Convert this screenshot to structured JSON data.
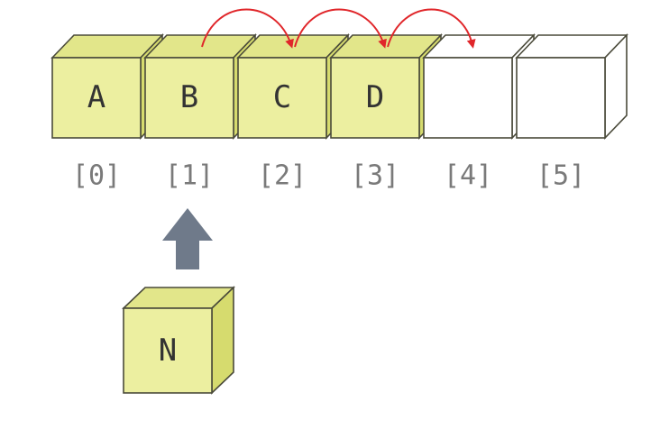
{
  "colors": {
    "filled_front": "#ecefa0",
    "filled_top": "#e2e68a",
    "filled_side": "#d6db6e",
    "empty_fill": "#ffffff",
    "outline": "#4a4a3a",
    "arrow_red": "#e0262a",
    "up_arrow": "#6f7a8a",
    "index_text": "#7a7a7a"
  },
  "array": {
    "cells": [
      {
        "index_label": "[0]",
        "value": "A",
        "filled": true
      },
      {
        "index_label": "[1]",
        "value": "B",
        "filled": true
      },
      {
        "index_label": "[2]",
        "value": "C",
        "filled": true
      },
      {
        "index_label": "[3]",
        "value": "D",
        "filled": true
      },
      {
        "index_label": "[4]",
        "value": "",
        "filled": false
      },
      {
        "index_label": "[5]",
        "value": "",
        "filled": false
      }
    ]
  },
  "shift_arrows": [
    {
      "from": 1,
      "to": 2
    },
    {
      "from": 2,
      "to": 3
    },
    {
      "from": 3,
      "to": 4
    }
  ],
  "insert_arrow": {
    "target_index": 1,
    "icon": "up-arrow-icon"
  },
  "new_element": {
    "value": "N"
  }
}
